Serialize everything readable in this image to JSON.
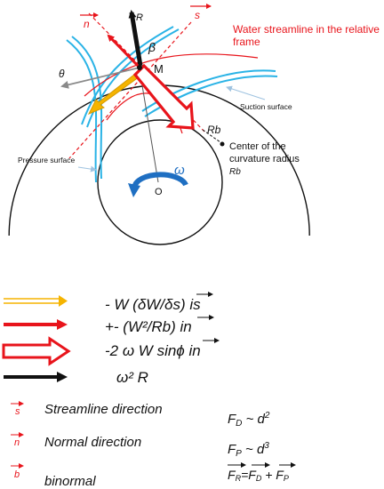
{
  "colors": {
    "black": "#111111",
    "red": "#e8141b",
    "blade_blue": "#2ab3e6",
    "rotation_blue": "#1f6fc2",
    "yellow_arrow": "#f5b400",
    "gray_arrow": "#8a8a8a",
    "leader_blue": "#9fc3e0"
  },
  "diagram": {
    "label_R": "R",
    "label_beta": "β",
    "label_M": "M",
    "label_theta": "θ",
    "label_n": "n",
    "label_s": "s",
    "label_Rb_point": "Rb",
    "label_omega": "ω",
    "label_O": "O",
    "water_streamline_line1": "Water streamline in the relative",
    "water_streamline_line2": "frame",
    "suction_surface": "Suction surface",
    "pressure_surface": "Pressure surface",
    "center_curvature_line1": "Center of the",
    "center_curvature_line2": "curvature radius",
    "center_curvature_line3": "Rb"
  },
  "legend": {
    "items": [
      {
        "arrow": "yellow-double",
        "text": "- W (δW/δs) ",
        "tail": "is"
      },
      {
        "arrow": "red-thin",
        "text": "+- (W²/Rb) ",
        "tail": "in"
      },
      {
        "arrow": "red-hollow",
        "text": "-2 ω W sinϕ ",
        "tail": "in"
      },
      {
        "arrow": "black",
        "text": "ω² R",
        "tail": ""
      }
    ]
  },
  "directions": [
    {
      "symbol": "s",
      "label": "Streamline direction"
    },
    {
      "symbol": "n",
      "label": "Normal direction"
    },
    {
      "symbol": "b",
      "label": "binormal"
    }
  ],
  "forces": {
    "fd": "F",
    "fd_sub": "D",
    "fd_rel": " ~ d",
    "fd_exp": "2",
    "fp": "F",
    "fp_sub": "P",
    "fp_rel": " ~ d",
    "fp_exp": "3",
    "sum_fr": "F",
    "sum_fr_sub": "R",
    "sum_eq": "=",
    "sum_fd": "F",
    "sum_fd_sub": "D",
    "sum_plus": " + ",
    "sum_fp": "F",
    "sum_fp_sub": "P"
  }
}
